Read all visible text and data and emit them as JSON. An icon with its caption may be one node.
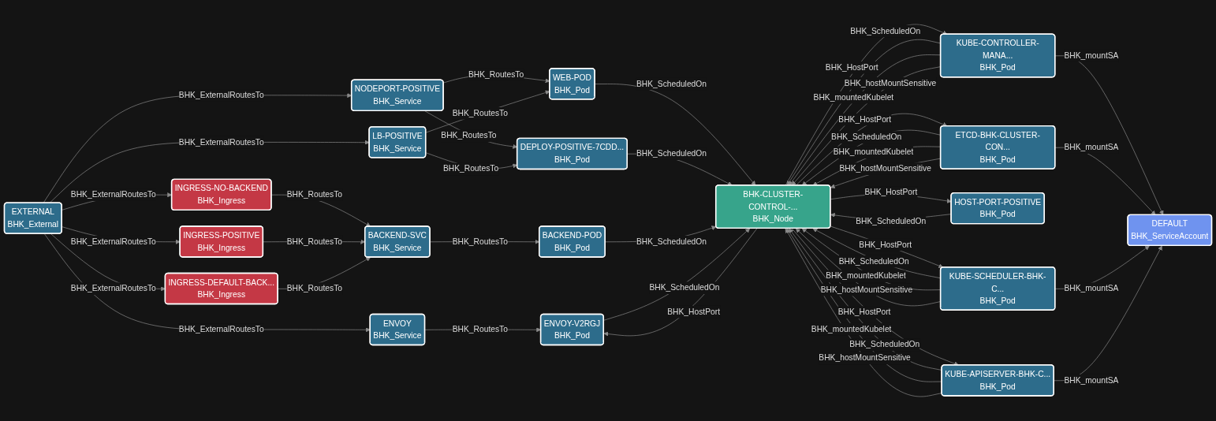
{
  "diagram": {
    "nodes": [
      {
        "text": [
          "EXTERNAL",
          "BHK_External"
        ]
      },
      {
        "text": [
          "INGRESS-NO-BACKEND",
          "BHK_Ingress"
        ]
      },
      {
        "text": [
          "INGRESS-POSITIVE",
          "BHK_Ingress"
        ]
      },
      {
        "text": [
          "INGRESS-DEFAULT-BACK...",
          "BHK_Ingress"
        ]
      },
      {
        "text": [
          "ENVOY",
          "BHK_Service"
        ]
      },
      {
        "text": [
          "NODEPORT-POSITIVE",
          "BHK_Service"
        ]
      },
      {
        "text": [
          "LB-POSITIVE",
          "BHK_Service"
        ]
      },
      {
        "text": [
          "BACKEND-SVC",
          "BHK_Service"
        ]
      },
      {
        "text": [
          "WEB-POD",
          "BHK_Pod"
        ]
      },
      {
        "text": [
          "DEPLOY-POSITIVE-7CDD...",
          "BHK_Pod"
        ]
      },
      {
        "text": [
          "BACKEND-POD",
          "BHK_Pod"
        ]
      },
      {
        "text": [
          "ENVOY-V2RGJ",
          "BHK_Pod"
        ]
      },
      {
        "text": [
          "KUBE-CONTROLLER-MANA...",
          "BHK_Pod"
        ]
      },
      {
        "text": [
          "ETCD-BHK-CLUSTER-CON...",
          "BHK_Pod"
        ]
      },
      {
        "text": [
          "BHK-CLUSTER-CONTROL-...",
          "BHK_Node"
        ]
      },
      {
        "text": [
          "HOST-PORT-POSITIVE",
          "BHK_Pod"
        ]
      },
      {
        "text": [
          "KUBE-SCHEDULER-BHK-C...",
          "BHK_Pod"
        ]
      },
      {
        "text": [
          "KUBE-APISERVER-BHK-C...",
          "BHK_Pod"
        ]
      },
      {
        "text": [
          "DEFAULT",
          "BHK_ServiceAccount"
        ]
      }
    ],
    "edges": [
      {
        "from": 0,
        "to": 4,
        "arrow": "to",
        "label": "BHK_ExternalRoutesTo"
      },
      {
        "from": 0,
        "to": 1,
        "arrow": "to",
        "label": "BHK_ExternalRoutesTo"
      },
      {
        "from": 0,
        "to": 2,
        "arrow": "to",
        "label": "BHK_ExternalRoutesTo"
      },
      {
        "from": 0,
        "to": 3,
        "arrow": "to",
        "label": "BHK_ExternalRoutesTo"
      },
      {
        "from": 0,
        "to": 5,
        "arrow": "to",
        "label": "BHK_ExternalRoutesTo"
      },
      {
        "from": 0,
        "to": 6,
        "arrow": "to",
        "label": "BHK_ExternalRoutesTo"
      },
      {
        "from": 1,
        "to": 7,
        "arrow": "to",
        "label": "BHK_RoutesTo"
      },
      {
        "from": 2,
        "to": 7,
        "arrow": "to",
        "label": "BHK_RoutesTo"
      },
      {
        "from": 3,
        "to": 7,
        "arrow": "to",
        "label": "BHK_RoutesTo"
      },
      {
        "from": 4,
        "to": 11,
        "arrow": "to",
        "label": "BHK_RoutesTo"
      },
      {
        "from": 5,
        "to": 8,
        "arrow": "to",
        "label": "BHK_RoutesTo"
      },
      {
        "from": 5,
        "to": 9,
        "arrow": "to",
        "label": "BHK_RoutesTo"
      },
      {
        "from": 6,
        "to": 8,
        "arrow": "to",
        "label": "BHK_RoutesTo"
      },
      {
        "from": 6,
        "to": 9,
        "arrow": "to",
        "label": "BHK_RoutesTo"
      },
      {
        "from": 7,
        "to": 10,
        "arrow": "to",
        "label": "BHK_RoutesTo"
      },
      {
        "from": 8,
        "to": 14,
        "arrow": "to",
        "label": "BHK_ScheduledOn"
      },
      {
        "from": 9,
        "to": 14,
        "arrow": "to",
        "label": "BHK_ScheduledOn"
      },
      {
        "from": 10,
        "to": 14,
        "arrow": "to",
        "label": "BHK_ScheduledOn"
      },
      {
        "from": 11,
        "to": 14,
        "arrow": "to",
        "label": "BHK_ScheduledOn"
      },
      {
        "from": 14,
        "to": 11,
        "arrow": "to",
        "label": "BHK_HostPort"
      },
      {
        "from": 12,
        "to": 14,
        "arrow": "to",
        "label": "BHK_ScheduledOn"
      },
      {
        "from": 14,
        "to": 12,
        "arrow": "to",
        "label": "BHK_HostPort"
      },
      {
        "from": 12,
        "to": 14,
        "arrow": "to",
        "label": "BHK_mountedKubelet"
      },
      {
        "from": 12,
        "to": 14,
        "arrow": "to",
        "label": "BHK_hostMountSensitive"
      },
      {
        "from": 13,
        "to": 14,
        "arrow": "to",
        "label": "BHK_ScheduledOn"
      },
      {
        "from": 14,
        "to": 13,
        "arrow": "to",
        "label": "BHK_HostPort"
      },
      {
        "from": 13,
        "to": 14,
        "arrow": "to",
        "label": "BHK_mountedKubelet"
      },
      {
        "from": 13,
        "to": 14,
        "arrow": "to",
        "label": "BHK_hostMountSensitive"
      },
      {
        "from": 15,
        "to": 14,
        "arrow": "to",
        "label": "BHK_ScheduledOn"
      },
      {
        "from": 14,
        "to": 15,
        "arrow": "to",
        "label": "BHK_HostPort"
      },
      {
        "from": 16,
        "to": 14,
        "arrow": "to",
        "label": "BHK_ScheduledOn"
      },
      {
        "from": 14,
        "to": 16,
        "arrow": "to",
        "label": "BHK_HostPort"
      },
      {
        "from": 16,
        "to": 14,
        "arrow": "to",
        "label": "BHK_mountedKubelet"
      },
      {
        "from": 16,
        "to": 14,
        "arrow": "to",
        "label": "BHK_hostMountSensitive"
      },
      {
        "from": 17,
        "to": 14,
        "arrow": "to",
        "label": "BHK_ScheduledOn"
      },
      {
        "from": 14,
        "to": 17,
        "arrow": "to",
        "label": "BHK_HostPort"
      },
      {
        "from": 17,
        "to": 14,
        "arrow": "to",
        "label": "BHK_mountedKubelet"
      },
      {
        "from": 17,
        "to": 14,
        "arrow": "to",
        "label": "BHK_hostMountSensitive"
      },
      {
        "from": 12,
        "to": 18,
        "arrow": "to",
        "label": "BHK_mountSA"
      },
      {
        "from": 13,
        "to": 18,
        "arrow": "to",
        "label": "BHK_mountSA"
      },
      {
        "from": 16,
        "to": 18,
        "arrow": "to",
        "label": "BHK_mountSA"
      },
      {
        "from": 17,
        "to": 18,
        "arrow": "to",
        "label": "BHK_mountSA"
      }
    ]
  }
}
